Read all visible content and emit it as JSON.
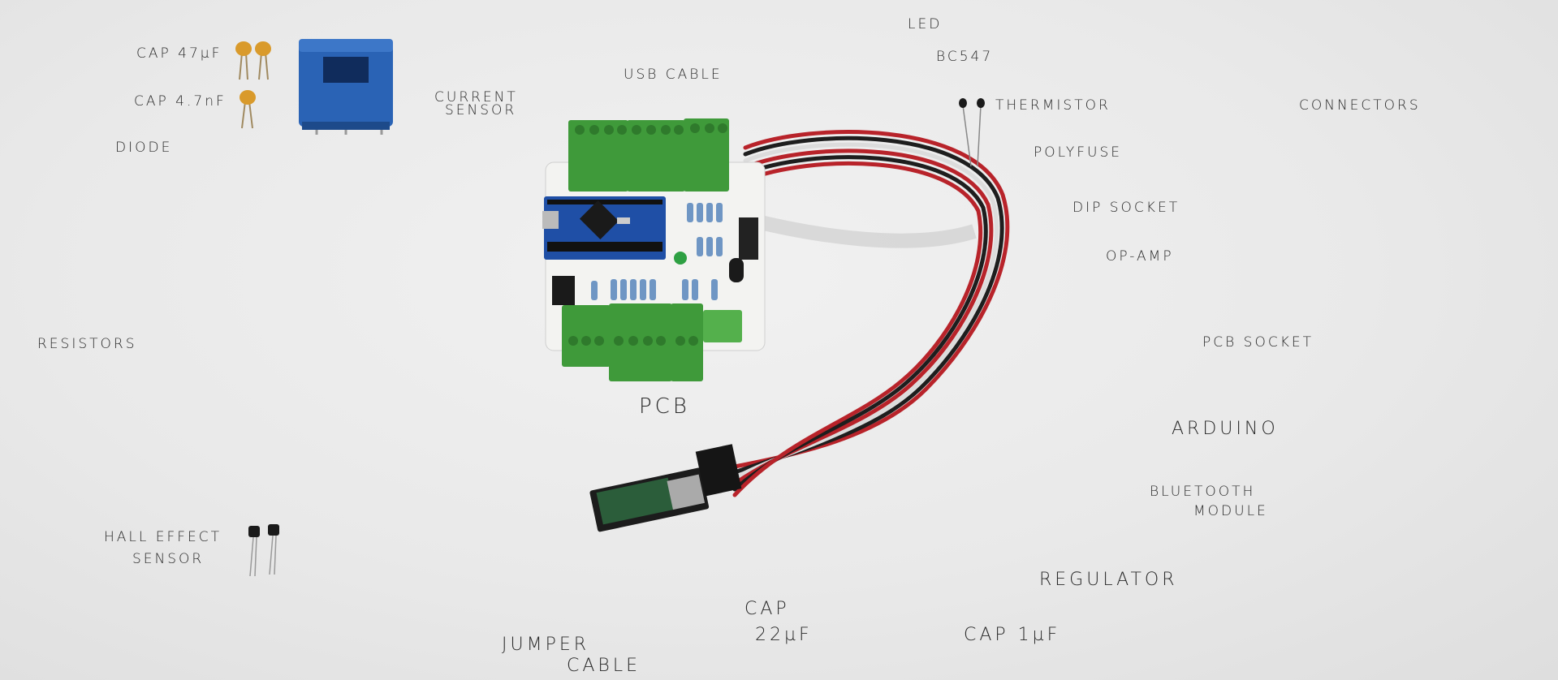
{
  "labels": {
    "cap_47": "CAP 47µF",
    "cap_47nf": "CAP 4.7nF",
    "diode": "DIODE",
    "current_sensor_1": "CURRENT",
    "current_sensor_2": "SENSOR",
    "usb_cable": "USB CABLE",
    "led": "LED",
    "bc547": "BC547",
    "thermistor": "THERMISTOR",
    "connectors": "CONNECTORS",
    "polyfuse": "POLYFUSE",
    "dip_socket": "DIP SOCKET",
    "op_amp": "OP-AMP",
    "resistors": "RESISTORS",
    "pcb_socket": "PCB SOCKET",
    "pcb": "PCB",
    "arduino": "ARDUINO",
    "bluetooth_1": "BLUETOOTH",
    "bluetooth_2": "MODULE",
    "hall_1": "HALL EFFECT",
    "hall_2": "SENSOR",
    "regulator": "REGULATOR",
    "cap_label": "CAP",
    "cap_22": "22µF",
    "cap_1": "CAP 1µF",
    "jumper_1": "JUMPER",
    "jumper_2": "CABLE"
  },
  "colors": {
    "pcb": "#f3f3f1",
    "terminal_green": "#3f9a3a",
    "terminal_dark": "#2f7a2c",
    "arduino_blue": "#1f4fa6",
    "sensor_blue": "#2a63b5",
    "resistor_blue": "#6f96c4",
    "cable_red": "#b8232a",
    "cable_black": "#1e1e1e",
    "cable_white": "#dcdcdc",
    "cap_orange": "#d99a2b"
  }
}
